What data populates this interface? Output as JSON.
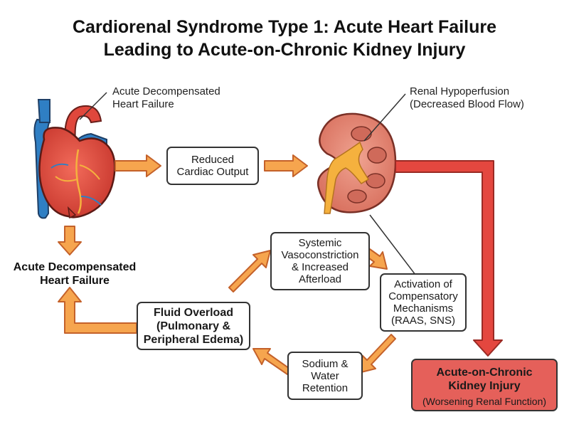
{
  "title": {
    "line1": "Cardiorenal Syndrome Type 1: Acute Heart Failure",
    "line2": "Leading to Acute-on-Chronic Kidney Injury"
  },
  "labels": {
    "heart_callout": "Acute Decompensated\nHeart Failure",
    "heart_below": "Acute Decompensated\nHeart Failure",
    "kidney_callout": "Renal Hypoperfusion\n(Decreased Blood Flow)"
  },
  "nodes": {
    "reduced_cardiac_output": "Reduced\nCardiac Output",
    "systemic_vasoconstriction": "Systemic\nVasoconstriction\n& Increased\nAfterload",
    "compensatory_mechanisms": "Activation of\nCompensatory\nMechanisms\n(RAAS, SNS)",
    "fluid_overload": "Fluid Overload\n(Pulmonary &\nPeripheral Edema)",
    "sodium_water_retention": "Sodium &\nWater\nRetention",
    "aki_title": "Acute-on-Chronic\nKidney Injury",
    "aki_subtitle": "(Worsening Renal Function)"
  },
  "colors": {
    "arrow_fill": "#f6a54e",
    "arrow_stroke": "#c4612a",
    "heart_red": "#e0473c",
    "vessel_blue": "#2f7fc4",
    "kidney_fill": "#e88a78",
    "aki_fill": "#e5605a",
    "red_arrow": "#e4473f"
  }
}
